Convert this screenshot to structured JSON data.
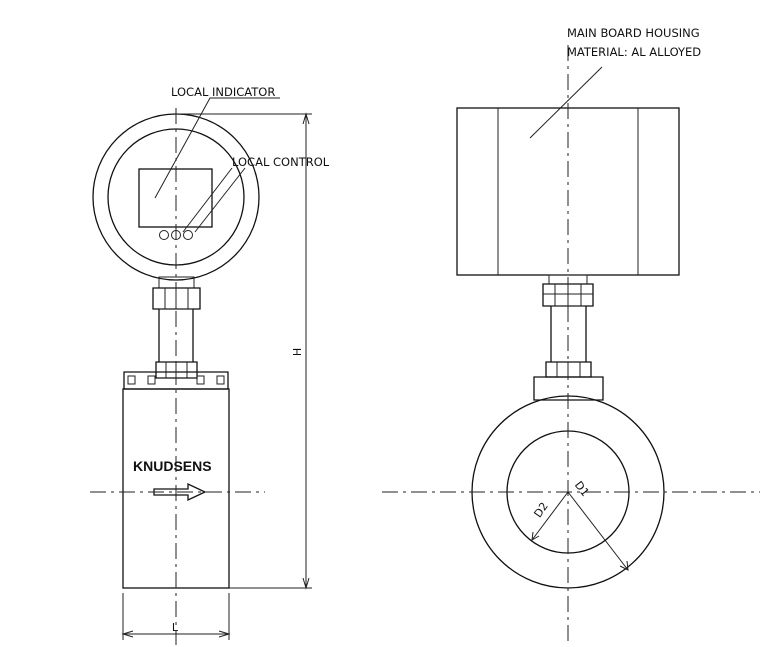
{
  "labels": {
    "local_indicator": "LOCAL INDICATOR",
    "local_control": "LOCAL CONTROL",
    "housing_line1": "MAIN BOARD HOUSING",
    "housing_line2": "MATERIAL: AL ALLOYED",
    "brand": "KNUDSENS"
  },
  "dimensions": {
    "height": "H",
    "length": "L",
    "inner_diameter": "D2",
    "outer_diameter": "D1"
  }
}
